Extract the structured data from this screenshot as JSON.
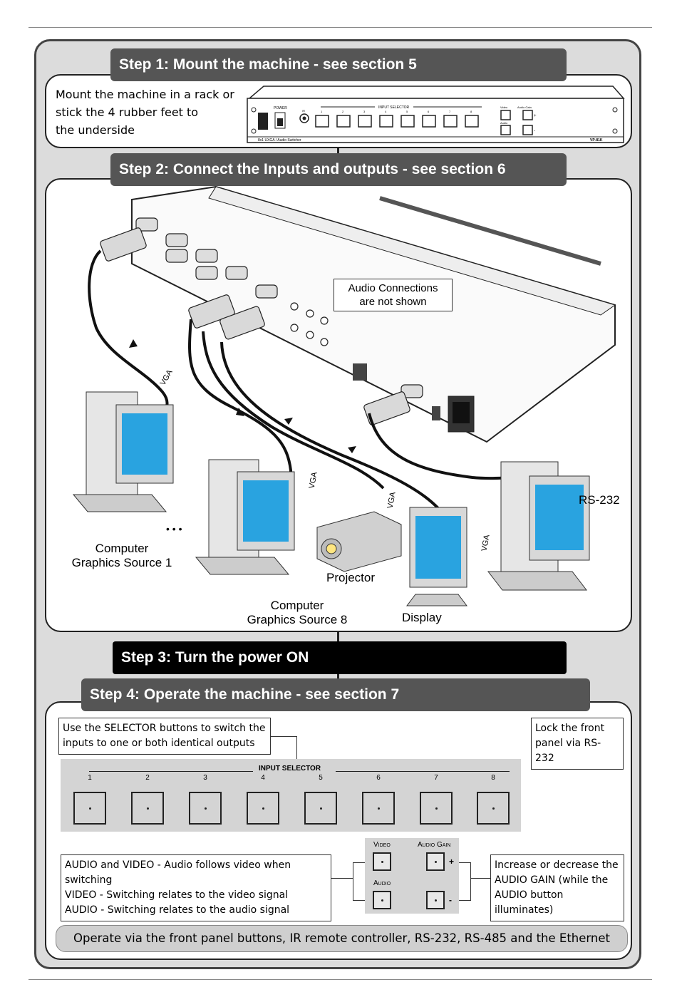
{
  "steps": {
    "step1": {
      "title": "Step 1: Mount the machine - see section 5",
      "note_lines": [
        "Mount the machine in a rack or",
        "stick the 4 rubber feet to",
        "the underside"
      ],
      "device": {
        "power_label": "POWER",
        "ir_label": "IR",
        "input_selector_label": "INPUT SELECTOR",
        "numbers": [
          "1",
          "2",
          "3",
          "4",
          "5",
          "6",
          "7",
          "8"
        ],
        "video_label": "Video",
        "audio_label": "Audio",
        "audio_gain_label": "Audio Gain",
        "plus": "+",
        "minus": "-",
        "model_text": "8x1 UXGA / Audio Switcher",
        "model_code": "VP-81K"
      }
    },
    "step2": {
      "title": "Step 2: Connect the Inputs and outputs - see section 6",
      "audio_note_lines": [
        "Audio Connections",
        "are not shown"
      ],
      "vga": "VGA",
      "rs232": "RS-232",
      "ellipsis": "• • •",
      "source1_lines": [
        "Computer",
        "Graphics Source 1"
      ],
      "source8_lines": [
        "Computer",
        "Graphics Source 8"
      ],
      "projector": "Projector",
      "display": "Display"
    },
    "step3": {
      "title": "Step 3: Turn the power ON"
    },
    "step4": {
      "title": "Step 4: Operate the machine - see section 7",
      "selector_note_lines": [
        "Use the SELECTOR buttons to switch the",
        "inputs to one or both identical outputs"
      ],
      "lock_note_lines": [
        "Lock the front",
        "panel via RS-232"
      ],
      "input_selector_label": "INPUT SELECTOR",
      "numbers": [
        "1",
        "2",
        "3",
        "4",
        "5",
        "6",
        "7",
        "8"
      ],
      "mode_note_lines": [
        "AUDIO and VIDEO - Audio follows video when switching",
        "VIDEO - Switching relates to the video signal",
        "AUDIO - Switching relates to the audio signal"
      ],
      "video_label": "Video",
      "audio_label": "Audio",
      "audio_gain_label": "Audio Gain",
      "plus": "+",
      "minus": "-",
      "gain_note_lines": [
        "Increase or decrease the",
        "AUDIO GAIN (while the",
        "AUDIO button illuminates)"
      ],
      "footer": "Operate via the front panel buttons, IR remote controller, RS-232, RS-485 and the Ethernet"
    }
  }
}
